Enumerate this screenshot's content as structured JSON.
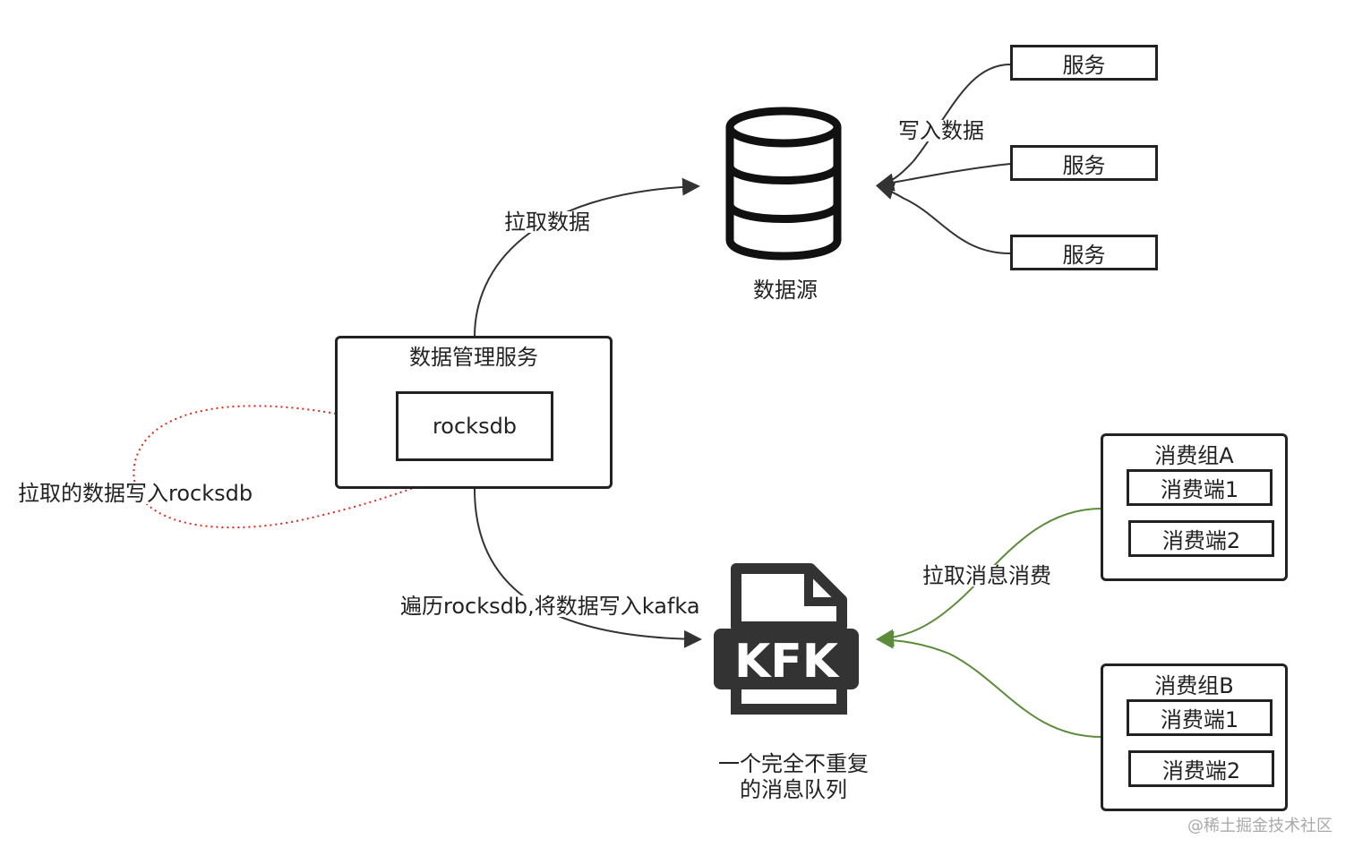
{
  "data_source": {
    "label": "数据源"
  },
  "services": [
    {
      "label": "服务"
    },
    {
      "label": "服务"
    },
    {
      "label": "服务"
    }
  ],
  "edges": {
    "write_data": "写入数据",
    "pull_data": "拉取数据",
    "write_rocksdb": "拉取的数据写入rocksdb",
    "traverse_kafka": "遍历rocksdb,将数据写入kafka",
    "pull_consume": "拉取消息消费"
  },
  "manager": {
    "title": "数据管理服务",
    "inner": "rocksdb"
  },
  "kafka": {
    "icon_text": "KFK",
    "caption_line1": "一个完全不重复",
    "caption_line2": "的消息队列"
  },
  "consumer_groups": [
    {
      "title": "消费组A",
      "consumers": [
        "消费端1",
        "消费端2"
      ]
    },
    {
      "title": "消费组B",
      "consumers": [
        "消费端1",
        "消费端2"
      ]
    }
  ],
  "watermark": "@稀土掘金技术社区",
  "colors": {
    "line": "#333333",
    "red": "#e0291f",
    "green": "#5b8c3a"
  }
}
